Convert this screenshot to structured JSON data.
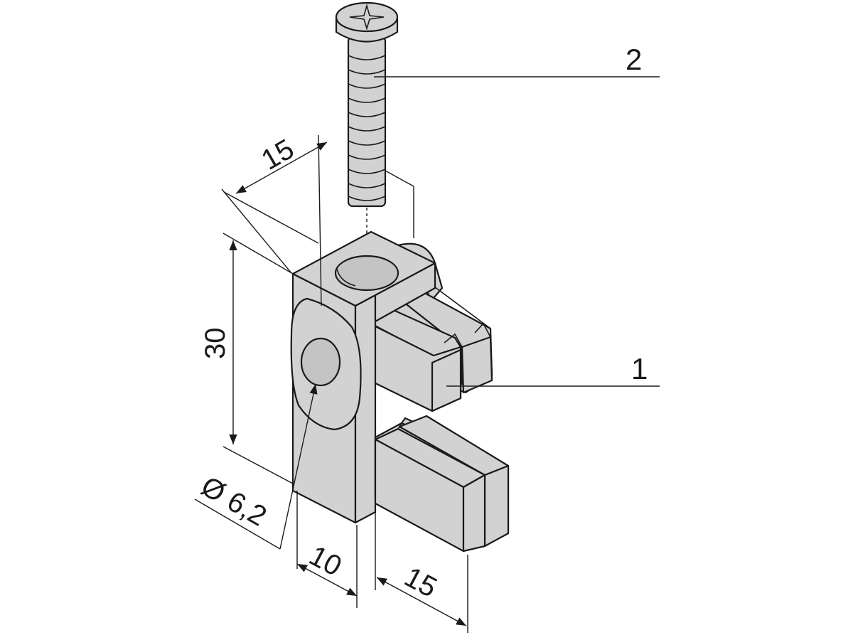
{
  "colors": {
    "ink": "#1a1a1a",
    "part_fill": "#d2d2d2",
    "hole_fill": "#c4c4c4",
    "background": "#ffffff"
  },
  "callouts": {
    "screw": "2",
    "bracket": "1"
  },
  "dimensions": {
    "top_depth": "15",
    "height": "30",
    "hole_diameter": "Ø 6,2",
    "body_width": "10",
    "jaw_length": "15"
  }
}
